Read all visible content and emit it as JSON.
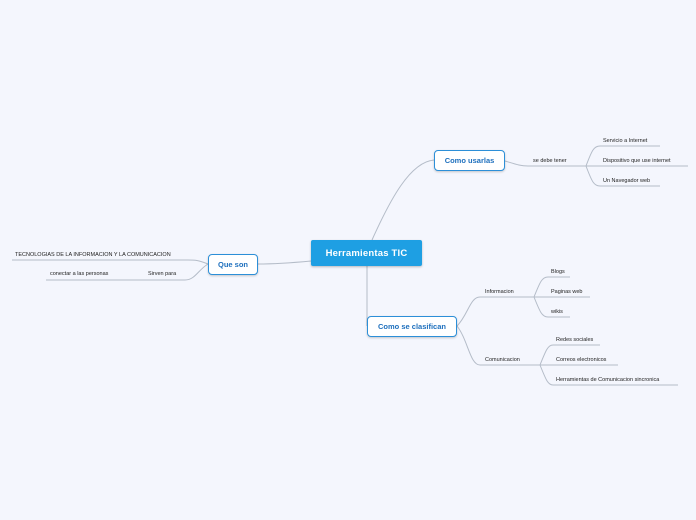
{
  "colors": {
    "background": "#f4f6fd",
    "central_fill": "#1e9fe3",
    "branch_border": "#2c8fd8",
    "branch_text": "#1d6fbd",
    "connector": "#b4bcc8"
  },
  "central": {
    "label": "Herramientas TIC"
  },
  "branches": {
    "que_son": {
      "label": "Que son",
      "children": [
        "TECNOLOGIAS DE LA INFORMACION Y LA COMUNICACION",
        "Sirven para"
      ],
      "sirven_para_child": "conectar a las personas"
    },
    "como_usarlas": {
      "label": "Como usarlas",
      "child": "se debe tener",
      "grandchildren": [
        "Servicio a Internet",
        "Dispositivo que use internet",
        "Un Navegador web"
      ]
    },
    "como_se_clasifican": {
      "label": "Como se clasifican",
      "informacion": {
        "label": "Informacion",
        "children": [
          "Blogs",
          "Paginas web",
          "wikis"
        ]
      },
      "comunicacion": {
        "label": "Comunicacion",
        "children": [
          "Redes sociales",
          "Correos electronicos",
          "Herramientas de Comunicacion sincronica"
        ]
      }
    }
  }
}
